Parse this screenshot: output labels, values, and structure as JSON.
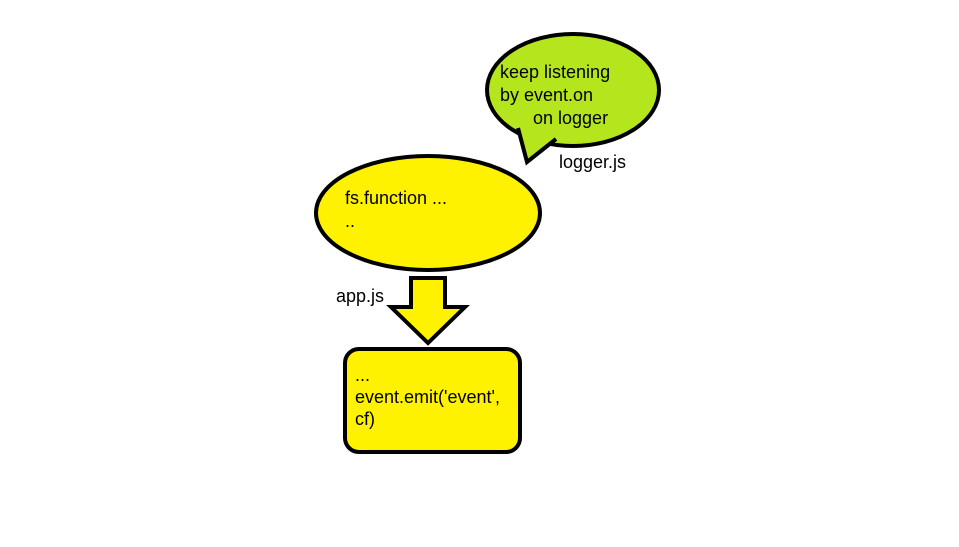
{
  "colors": {
    "bubble_fill": "#b5e61d",
    "shape_fill": "#fff200",
    "stroke": "#000000",
    "background": "#ffffff"
  },
  "speech_bubble": {
    "lines": [
      "keep listening",
      "by event.on",
      "on logger"
    ]
  },
  "logger_file_label": "logger.js",
  "ellipse": {
    "lines": [
      "fs.function ...",
      ".."
    ]
  },
  "app_file_label": "app.js",
  "box": {
    "lines": [
      "...",
      "event.emit('event',",
      "cf)"
    ]
  }
}
